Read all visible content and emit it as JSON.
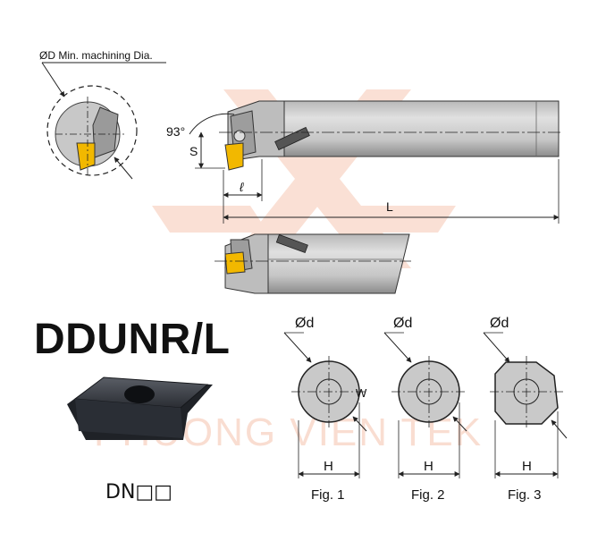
{
  "title": "DDUNR/L",
  "insert_code": "DN□□",
  "watermark": "PHUONG VIEN TEK",
  "labels": {
    "min_dia": "ØD Min. machining Dia.",
    "angle": "93°",
    "s": "S",
    "l_small": "ℓ",
    "l_big": "L"
  },
  "figures": [
    {
      "caption": "Fig. 1",
      "d_label": "Ød",
      "h_label": "H",
      "w_label": "W"
    },
    {
      "caption": "Fig. 2",
      "d_label": "Ød",
      "h_label": "H"
    },
    {
      "caption": "Fig. 3",
      "d_label": "Ød",
      "h_label": "H"
    }
  ],
  "colors": {
    "body_gray": "#c4c4c4",
    "body_dark": "#8a8a8a",
    "insert_yellow": "#f2b800",
    "watermark": "#f6c8b4",
    "line": "#222222"
  }
}
